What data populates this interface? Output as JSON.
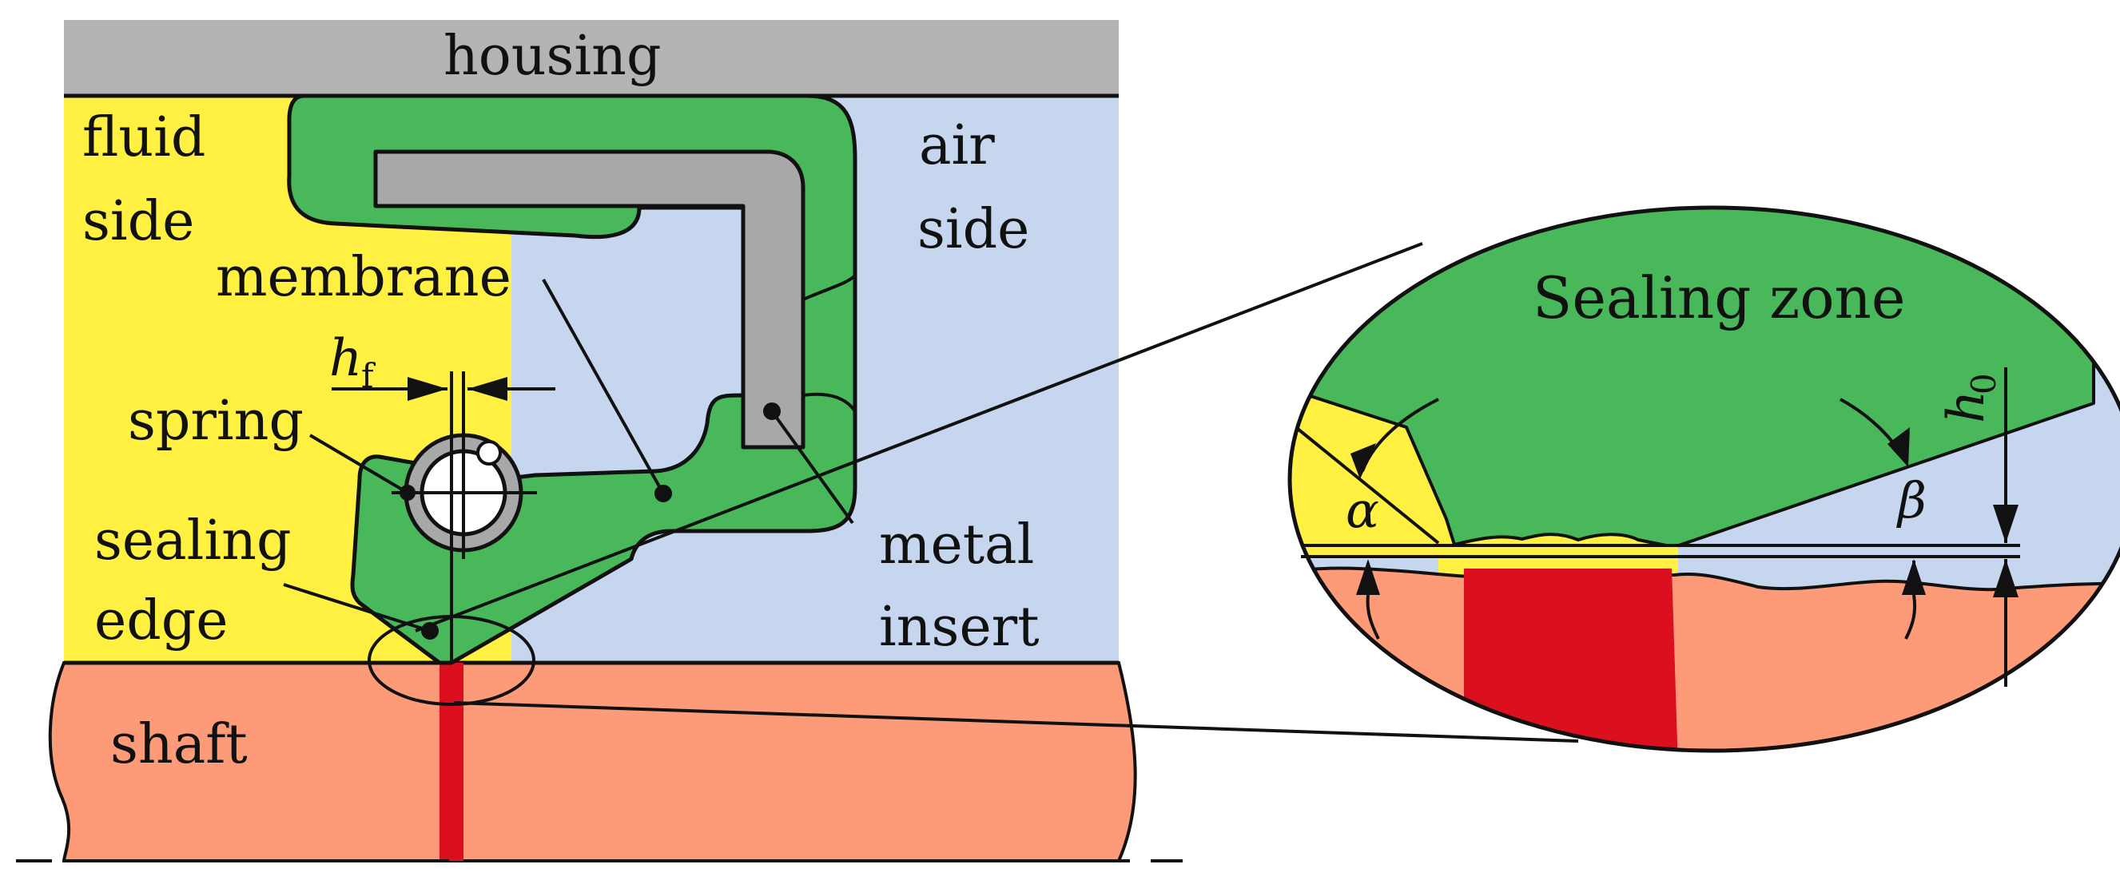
{
  "labels": {
    "housing": "housing",
    "fluid": "fluid",
    "fluid_side": "side",
    "air": "air",
    "air_side": "side",
    "membrane": "membrane",
    "spring": "spring",
    "sealing": "sealing",
    "edge": "edge",
    "metal": "metal",
    "insert": "insert",
    "shaft": "shaft",
    "hf_main": "h",
    "hf_sub": "f",
    "sealing_zone": "Sealing zone",
    "alpha": "α",
    "beta": "β",
    "h0_main": "h",
    "h0_sub": "0"
  },
  "colors": {
    "housing": "#b4b4b4",
    "fluid": "#fff042",
    "air": "#c5d6ee",
    "seal": "#48b85a",
    "metal": "#a8a8a8",
    "shaft": "#fd9a78",
    "contact": "#dc0f1e",
    "line": "#111111"
  }
}
